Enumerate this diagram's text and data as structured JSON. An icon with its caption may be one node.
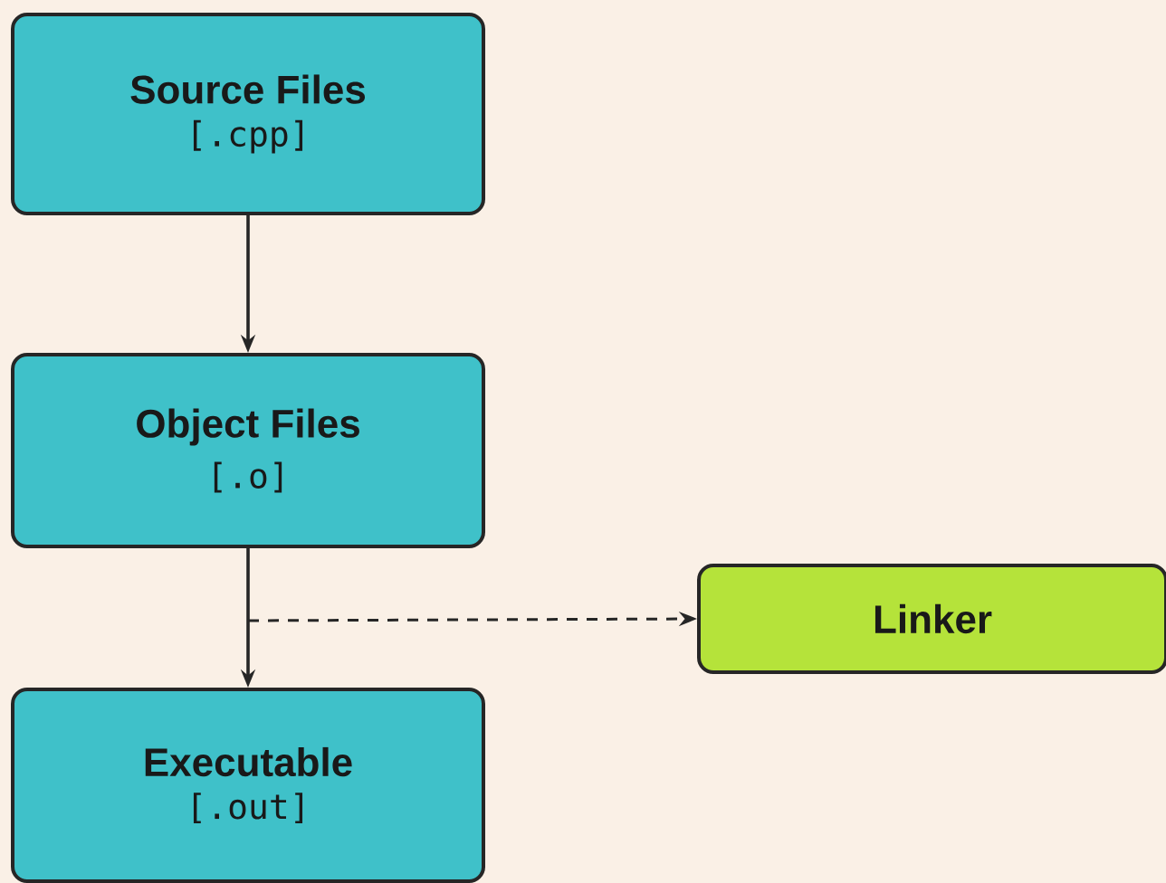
{
  "diagram": {
    "nodes": [
      {
        "text": [
          "Source Files",
          "[.cpp]"
        ]
      },
      {
        "text": [
          "Object Files",
          "[.o]"
        ]
      },
      {
        "text": [
          "Executable",
          "[.out]"
        ]
      },
      {
        "text": [
          "Linker"
        ]
      }
    ],
    "edges": [
      {
        "from": 0,
        "to": 1,
        "arrow": "to"
      },
      {
        "from": 1,
        "to": 2,
        "arrow": "to"
      },
      {
        "from": null,
        "to": 3,
        "arrow": "to",
        "style": "dashed"
      }
    ]
  }
}
